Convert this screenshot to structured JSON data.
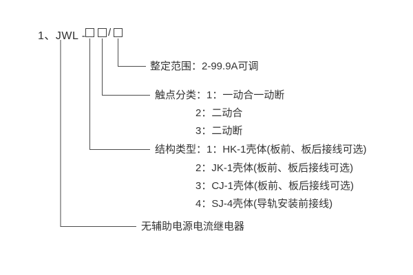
{
  "title": {
    "prefix": "1、JWL -",
    "separator": "/"
  },
  "legend": {
    "setting_range": "整定范围：2-99.9A可调",
    "contact": {
      "main": "触点分类：1：一动合一动断",
      "subs": [
        "2：二动合",
        "3：二动断"
      ]
    },
    "structure": {
      "main": "结构类型：1：HK-1壳体(板前、板后接线可选)",
      "subs": [
        "2：JK-1壳体(板前、板后接线可选)",
        "3：CJ-1壳体(板前、板后接线可选)",
        "4：SJ-4壳体(导轨安装前接线)"
      ]
    },
    "relay_name": "无辅助电源电流继电器"
  }
}
